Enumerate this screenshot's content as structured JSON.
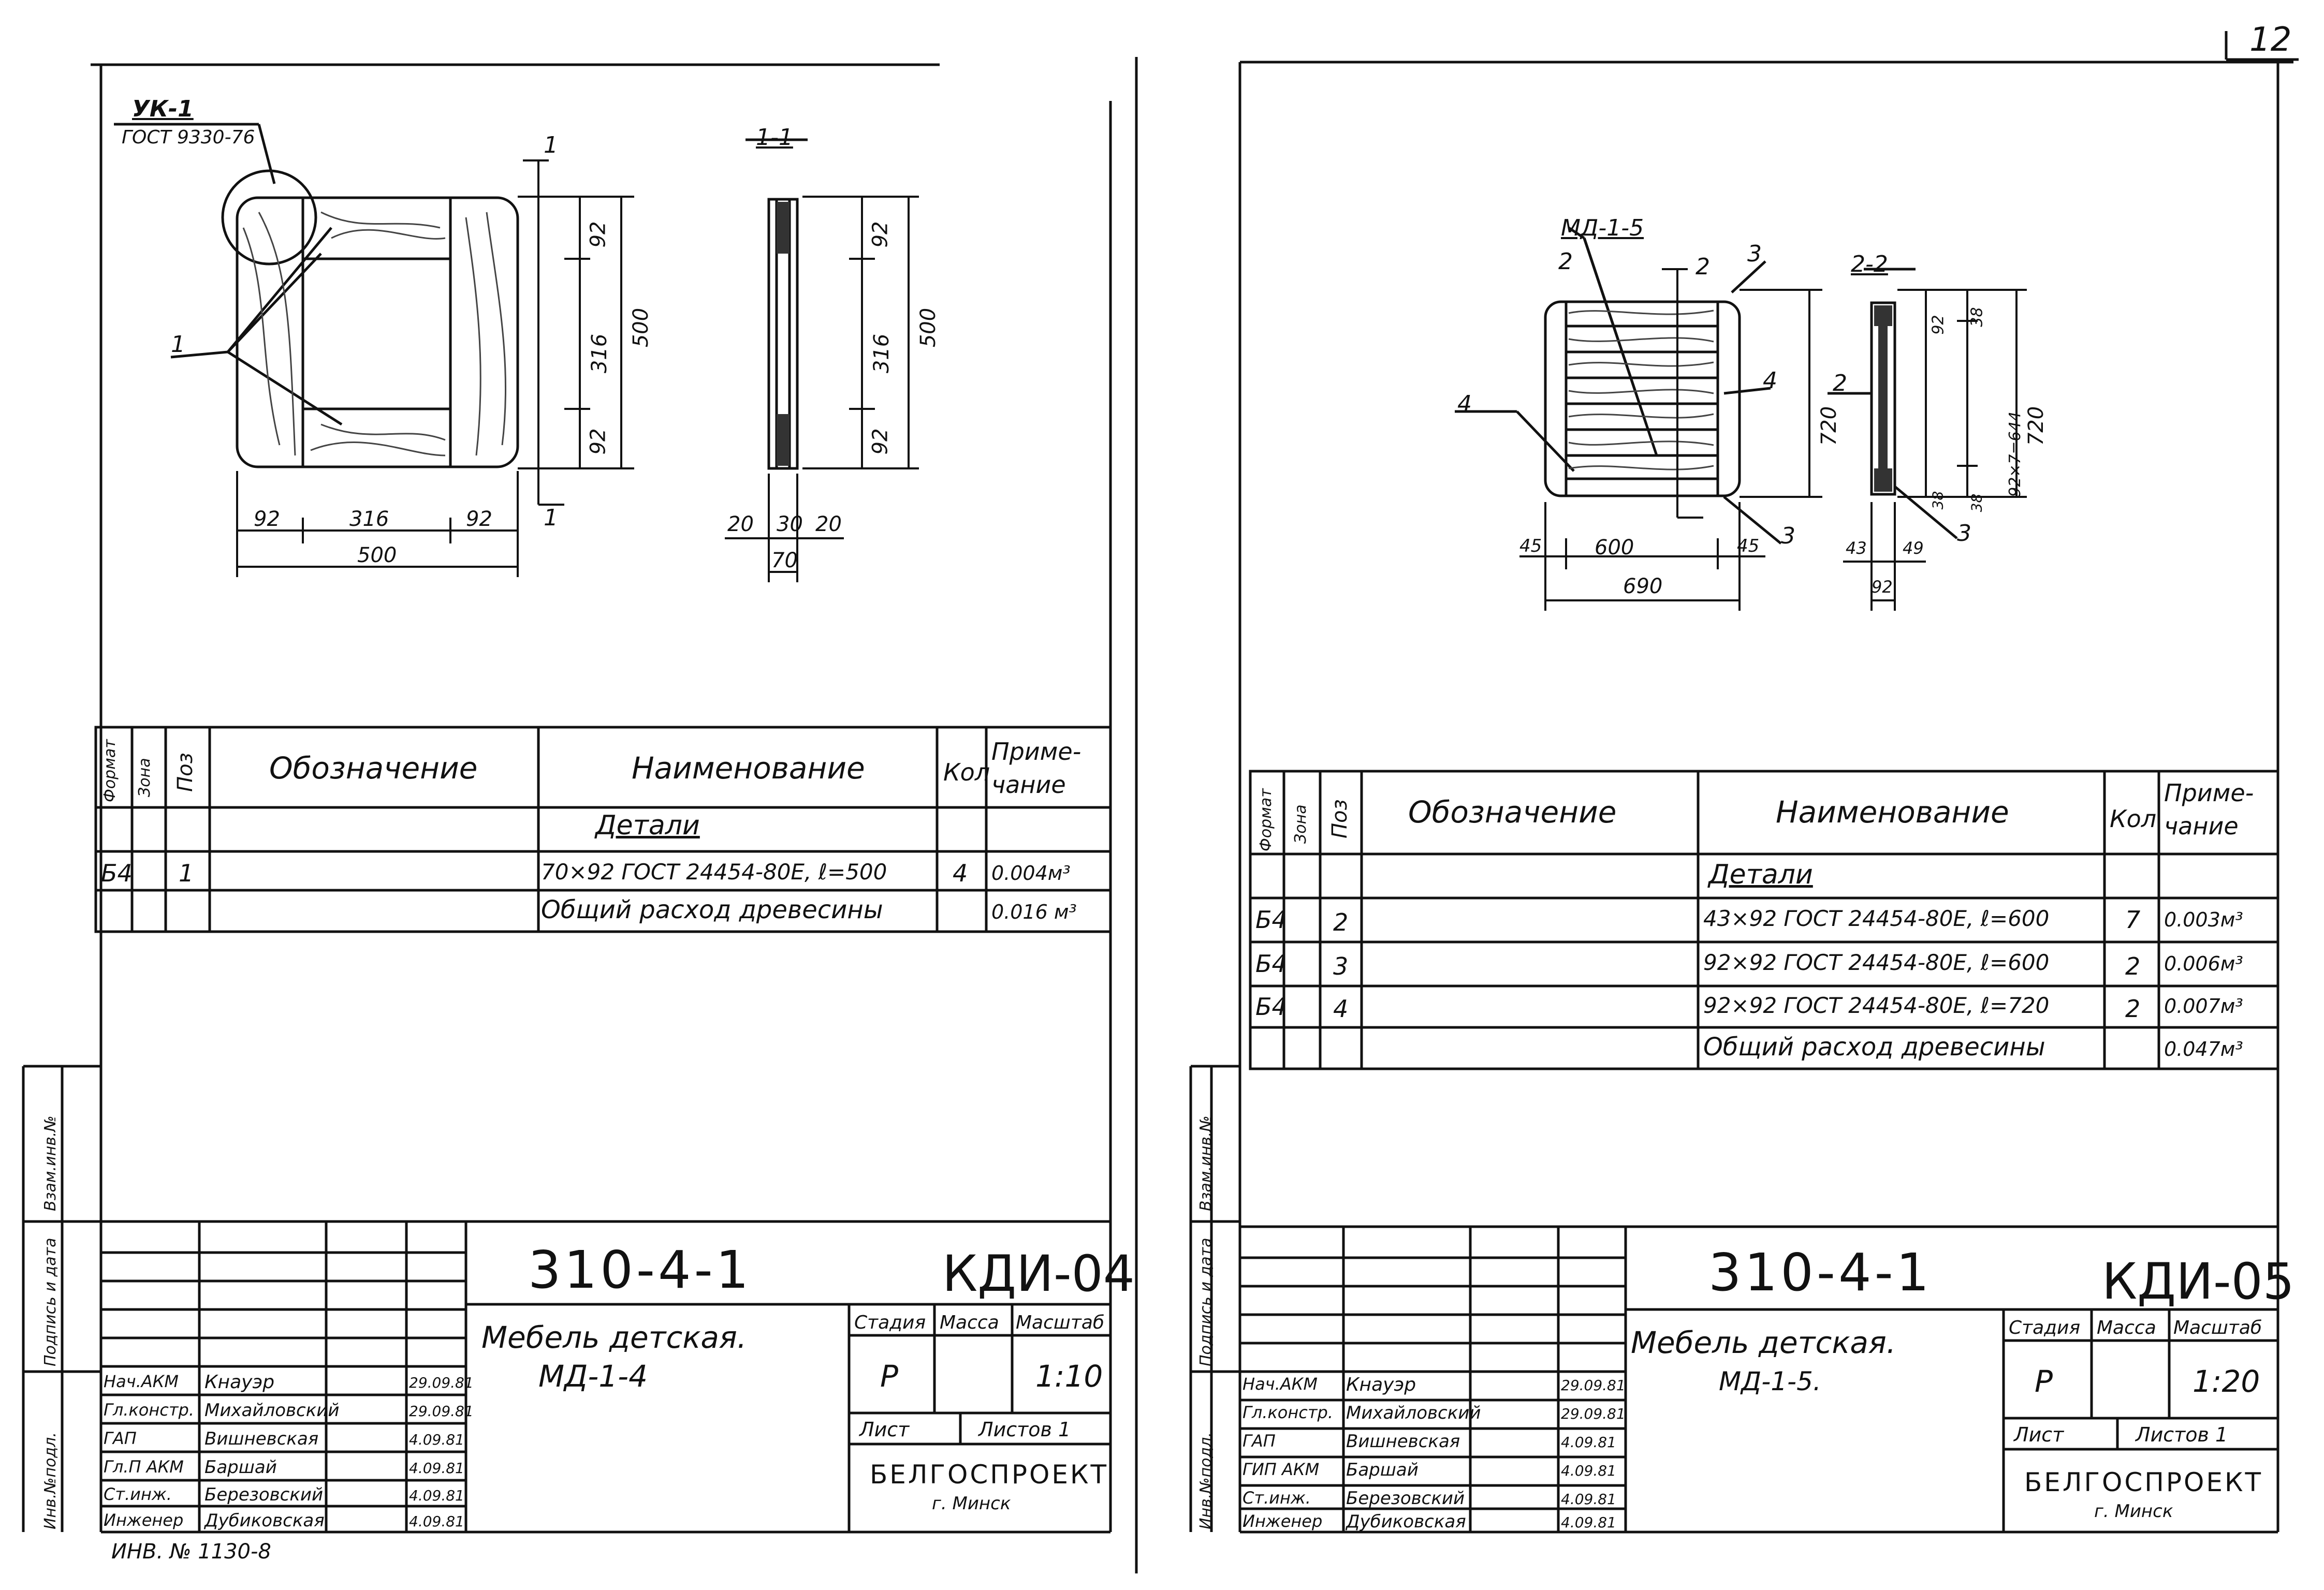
{
  "page": {
    "sheet_number": "12"
  },
  "left_sheet": {
    "drawing": {
      "callout_title": "УК-1",
      "callout_standard": "ГОСТ 9330-76",
      "part_label": "1",
      "section_mark": "1",
      "section_title": "1-1",
      "dims_vertical": [
        "92",
        "316",
        "92",
        "500"
      ],
      "dims_horizontal": [
        "92",
        "316",
        "92",
        "500"
      ],
      "section_dims_vertical": [
        "92",
        "316",
        "92",
        "500"
      ],
      "section_dims_horizontal": [
        "20",
        "30",
        "20",
        "70"
      ]
    },
    "spec": {
      "headers": [
        "Формат",
        "Зона",
        "Поз",
        "Обозначение",
        "Наименование",
        "Кол",
        "Приме-\nчание"
      ],
      "section_title": "Детали",
      "rows": [
        {
          "format": "Б4",
          "zone": "",
          "pos": "1",
          "designation": "",
          "name": "70×92 ГОСТ 24454-80Е, ℓ=500",
          "qty": "4",
          "note": "0.004м³"
        },
        {
          "format": "",
          "zone": "",
          "pos": "",
          "designation": "",
          "name": "Общий расход древесины",
          "qty": "",
          "note": "0.016 м³"
        }
      ]
    },
    "title_block": {
      "code": "310-4-1",
      "sheet_code": "КДИ-04",
      "title_line1": "Мебель детская.",
      "title_line2": "МД-1-4",
      "stage_label": "Стадия",
      "mass_label": "Масса",
      "scale_label": "Масштаб",
      "stage": "Р",
      "scale": "1:10",
      "sheet_label": "Лист",
      "sheets_label": "Листов 1",
      "org": "БЕЛГОСПРОЕКТ",
      "city": "г. Минск",
      "people": [
        {
          "role": "Нач.АКМ",
          "name": "Кнауэр",
          "date": "29.09.81"
        },
        {
          "role": "Гл.констр.",
          "name": "Михайловский",
          "date": "29.09.81"
        },
        {
          "role": "ГАП",
          "name": "Вишневская",
          "date": "4.09.81"
        },
        {
          "role": "Гл.П АКМ",
          "name": "Баршай",
          "date": "4.09.81"
        },
        {
          "role": "Ст.инж.",
          "name": "Березовский",
          "date": "4.09.81"
        },
        {
          "role": "Инженер",
          "name": "Дубиковская",
          "date": "4.09.81"
        }
      ],
      "side_labels": [
        "Взам.инв.№",
        "Подпись и дата",
        "Инв.№подл."
      ],
      "inventory": "ИНВ. № 1130-8"
    }
  },
  "right_sheet": {
    "drawing": {
      "item_title": "МД-1-5",
      "section_title": "2-2",
      "labels": [
        "2",
        "3",
        "4",
        "2",
        "3",
        "4",
        "2",
        "3"
      ],
      "dims_vertical": [
        "720"
      ],
      "dims_horizontal": [
        "45",
        "600",
        "45",
        "690"
      ],
      "section_dims_vertical": [
        "92",
        "38",
        "92×7=644",
        "720",
        "38",
        "38"
      ],
      "section_dims_horizontal": [
        "43",
        "49",
        "92"
      ]
    },
    "spec": {
      "headers": [
        "Формат",
        "Зона",
        "Поз",
        "Обозначение",
        "Наименование",
        "Кол",
        "Приме-\nчание"
      ],
      "section_title": "Детали",
      "rows": [
        {
          "format": "Б4",
          "zone": "",
          "pos": "2",
          "designation": "",
          "name": "43×92 ГОСТ 24454-80Е, ℓ=600",
          "qty": "7",
          "note": "0.003м³"
        },
        {
          "format": "Б4",
          "zone": "",
          "pos": "3",
          "designation": "",
          "name": "92×92 ГОСТ 24454-80Е, ℓ=600",
          "qty": "2",
          "note": "0.006м³"
        },
        {
          "format": "Б4",
          "zone": "",
          "pos": "4",
          "designation": "",
          "name": "92×92 ГОСТ 24454-80Е, ℓ=720",
          "qty": "2",
          "note": "0.007м³"
        },
        {
          "format": "",
          "zone": "",
          "pos": "",
          "designation": "",
          "name": "Общий расход древесины",
          "qty": "",
          "note": "0.047м³"
        }
      ]
    },
    "title_block": {
      "code": "310-4-1",
      "sheet_code": "КДИ-05",
      "title_line1": "Мебель детская.",
      "title_line2": "МД-1-5.",
      "stage_label": "Стадия",
      "mass_label": "Масса",
      "scale_label": "Масштаб",
      "stage": "Р",
      "scale": "1:20",
      "sheet_label": "Лист",
      "sheets_label": "Листов 1",
      "org": "БЕЛГОСПРОЕКТ",
      "city": "г. Минск",
      "people": [
        {
          "role": "Нач.АКМ",
          "name": "Кнауэр",
          "date": "29.09.81"
        },
        {
          "role": "Гл.констр.",
          "name": "Михайловский",
          "date": "29.09.81"
        },
        {
          "role": "ГАП",
          "name": "Вишневская",
          "date": "4.09.81"
        },
        {
          "role": "ГИП АКМ",
          "name": "Баршай",
          "date": "4.09.81"
        },
        {
          "role": "Ст.инж.",
          "name": "Березовский",
          "date": "4.09.81"
        },
        {
          "role": "Инженер",
          "name": "Дубиковская",
          "date": "4.09.81"
        }
      ],
      "side_labels": [
        "Взам.инв.№",
        "Подпись и дата",
        "Инв.№подл."
      ]
    }
  }
}
